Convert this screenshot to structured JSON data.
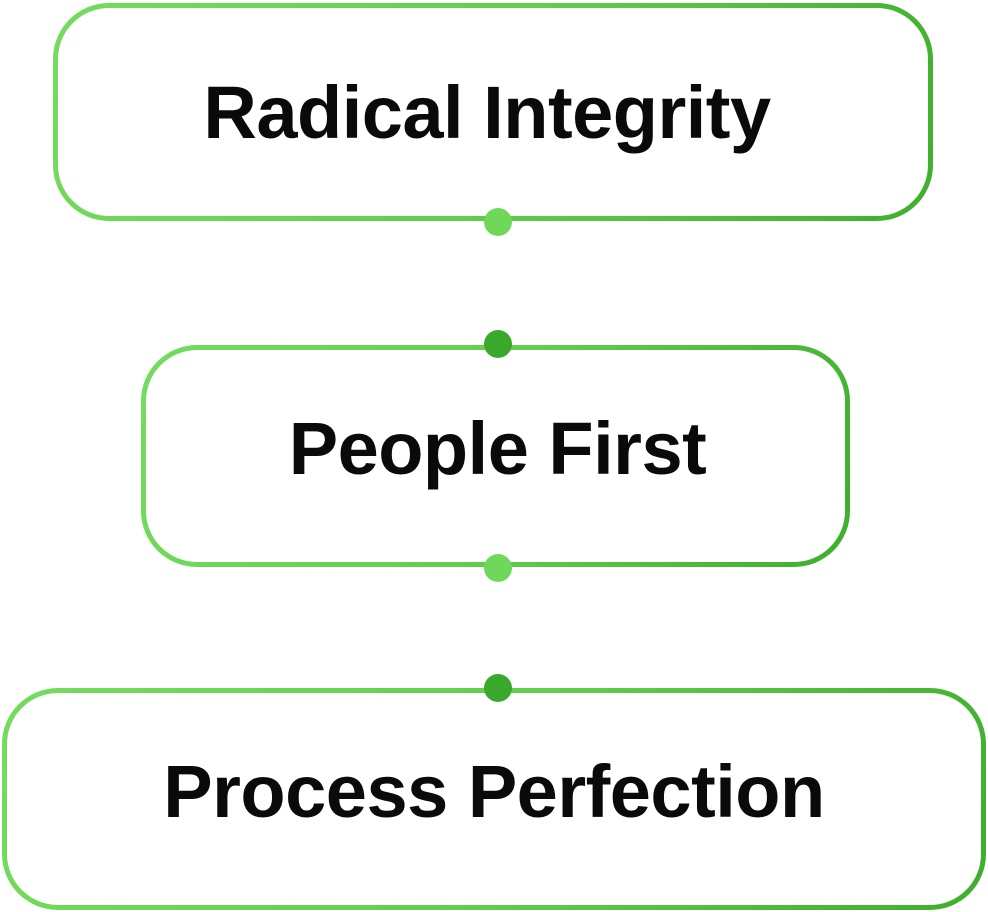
{
  "diagram": {
    "nodes": [
      {
        "label": "Radical Integrity"
      },
      {
        "label": "People First"
      },
      {
        "label": "Process Perfection"
      }
    ],
    "edges": [
      {
        "from": 0,
        "to": 1
      },
      {
        "from": 1,
        "to": 2
      }
    ],
    "colors": {
      "border_light": "#74dc5e",
      "border_dark": "#3fae2c",
      "dot_light": "#6fd85a",
      "dot_dark": "#3aa82a",
      "text": "#0a0a0a",
      "background": "#ffffff"
    }
  }
}
